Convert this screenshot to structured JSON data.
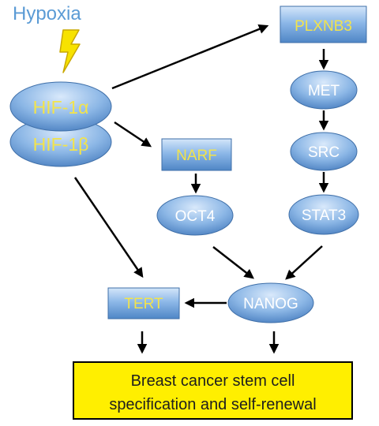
{
  "title": "Hypoxia",
  "nodes": {
    "hif1a": "HIF-1α",
    "hif1b": "HIF-1β",
    "plxnb3": "PLXNB3",
    "met": "MET",
    "src": "SRC",
    "stat3": "STAT3",
    "narf": "NARF",
    "oct4": "OCT4",
    "nanog": "NANOG",
    "tert": "TERT"
  },
  "outcome": {
    "line1": "Breast cancer stem cell",
    "line2": "specification and self-renewal"
  },
  "icons": {
    "hypoxia": "lightning-bolt-icon"
  },
  "colors": {
    "title": "#5b9bd5",
    "gene_label": "#f2e34c",
    "protein_label": "#ffffff",
    "node_fill_light": "#c7dcf4",
    "node_fill_dark": "#4f86c6",
    "node_stroke": "#3f6fa8",
    "bolt_fill": "#f7e200",
    "bolt_stroke": "#c9a800",
    "outcome_fill": "#ffef00",
    "outcome_text": "#1e1e1e",
    "arrow": "#000000"
  }
}
